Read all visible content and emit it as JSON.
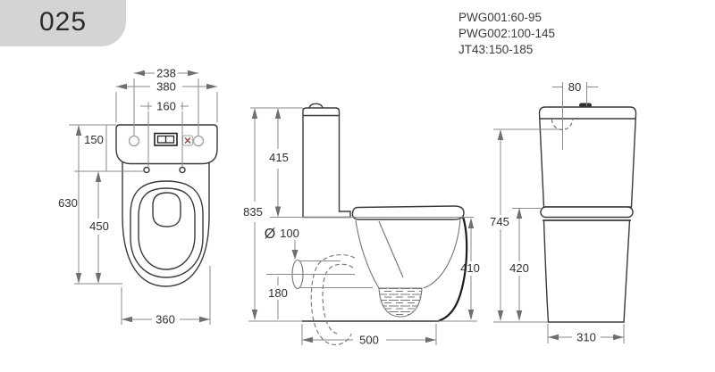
{
  "badge": {
    "label": "025"
  },
  "header": {
    "product_codes": [
      "PWG001:60-95",
      "PWG002:100-145",
      "JT43:150-185"
    ]
  },
  "views": {
    "top": {
      "dims": {
        "buttons_span": "238",
        "tank_width": "380",
        "hinge_span": "160",
        "tank_depth": "150",
        "overall_depth": "630",
        "seat_depth": "450",
        "bowl_width": "360"
      }
    },
    "side": {
      "dims": {
        "overall_height": "835",
        "tank_top_height": "415",
        "outlet_symbol": "Ø",
        "outlet_diameter": "100",
        "outlet_center_height": "180",
        "rim_height": "410",
        "overall_depth": "500"
      }
    },
    "rear": {
      "dims": {
        "inlet_offset": "80",
        "inlet_height": "745",
        "rim_height": "420",
        "base_width": "310"
      }
    }
  },
  "colors": {
    "badge_bg": "#d2d4d6",
    "outline": "#3a3a3a",
    "dimension": "#8a8a8a",
    "screw_cross": "#8a5048"
  }
}
